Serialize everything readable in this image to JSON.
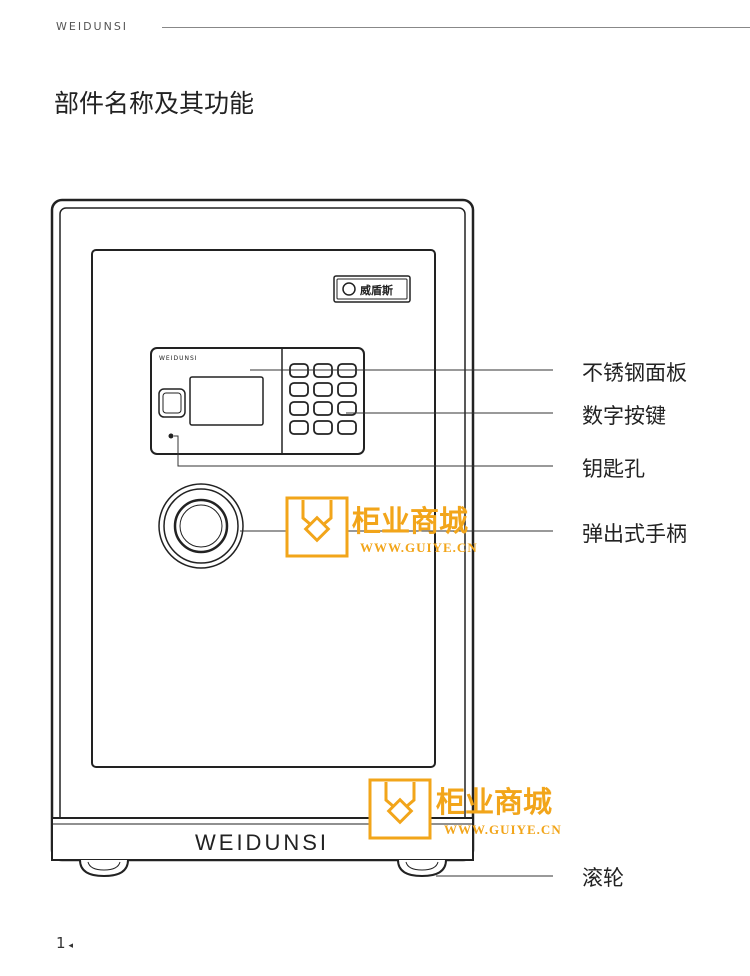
{
  "header": {
    "brand": "WEIDUNSI"
  },
  "page_title": "部件名称及其功能",
  "safe": {
    "badge_text": "威盾斯",
    "panel_brand": "WEIDUNSI",
    "base_brand": "WEIDUNSI"
  },
  "labels": {
    "panel": "不锈钢面板",
    "keypad": "数字按键",
    "keyhole": "钥匙孔",
    "handle": "弹出式手柄",
    "wheels": "滚轮"
  },
  "watermark": {
    "text": "柜业商城",
    "url": "WWW.GUIYE.CN",
    "color": "#f2a51a"
  },
  "page_number": "1"
}
